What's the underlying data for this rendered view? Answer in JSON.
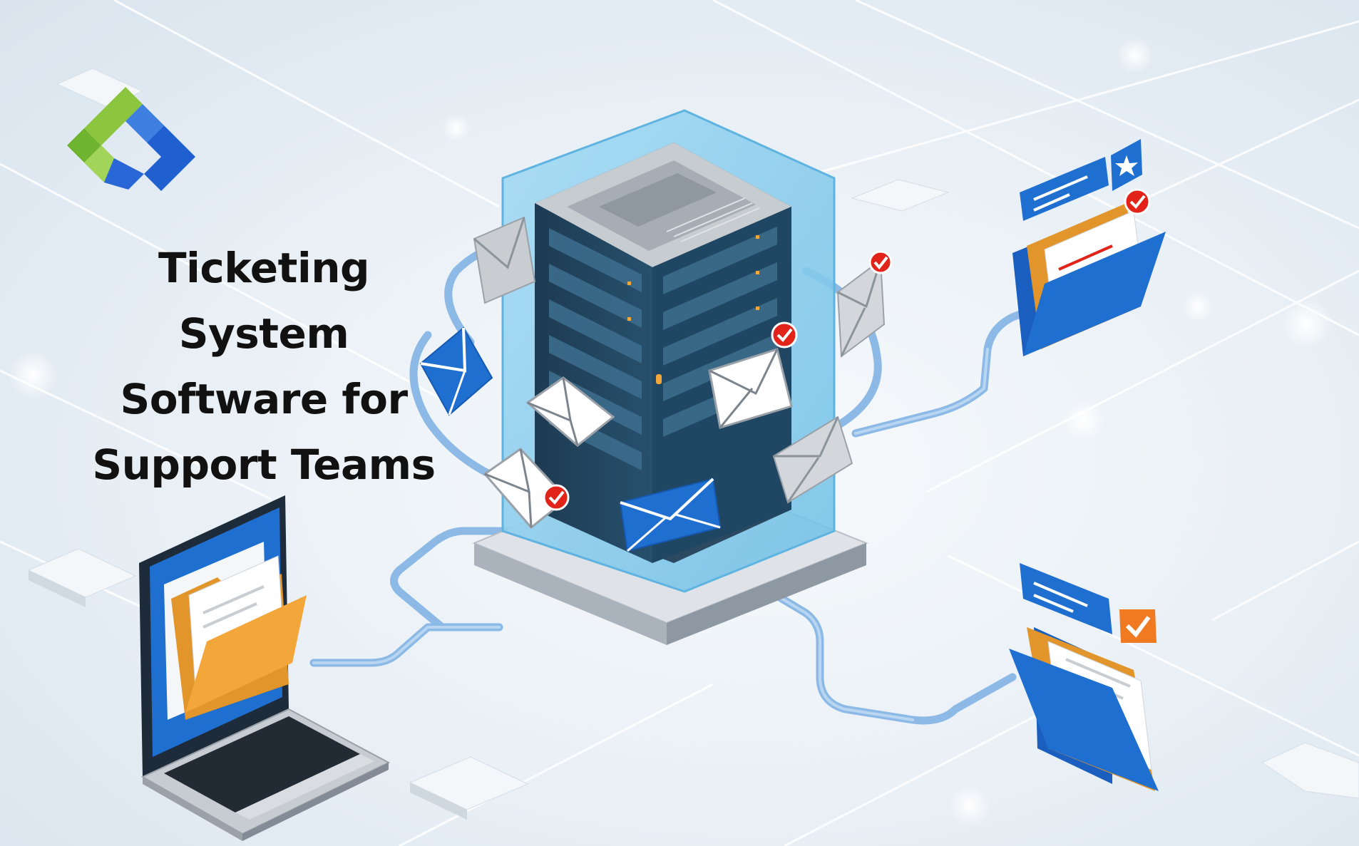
{
  "headline": {
    "lines": [
      "Ticketing",
      "System",
      "Software for",
      "Support Teams"
    ]
  },
  "colors": {
    "background": "#e9f0f6",
    "primary_blue": "#1f6fd1",
    "cable_blue": "#8ab8e6",
    "server_glass": "#8fd0ef",
    "server_dark": "#1e3f57",
    "folder_orange": "#f3a63a",
    "logo_green": "#7cc443",
    "logo_blue": "#2a67d6",
    "badge_red": "#e2231a",
    "text": "#111111"
  },
  "icons": [
    "logo-mark",
    "server-rack-icon",
    "envelope-icon",
    "folder-icon",
    "laptop-icon",
    "check-badge-icon",
    "star-icon",
    "checkbox-icon"
  ]
}
